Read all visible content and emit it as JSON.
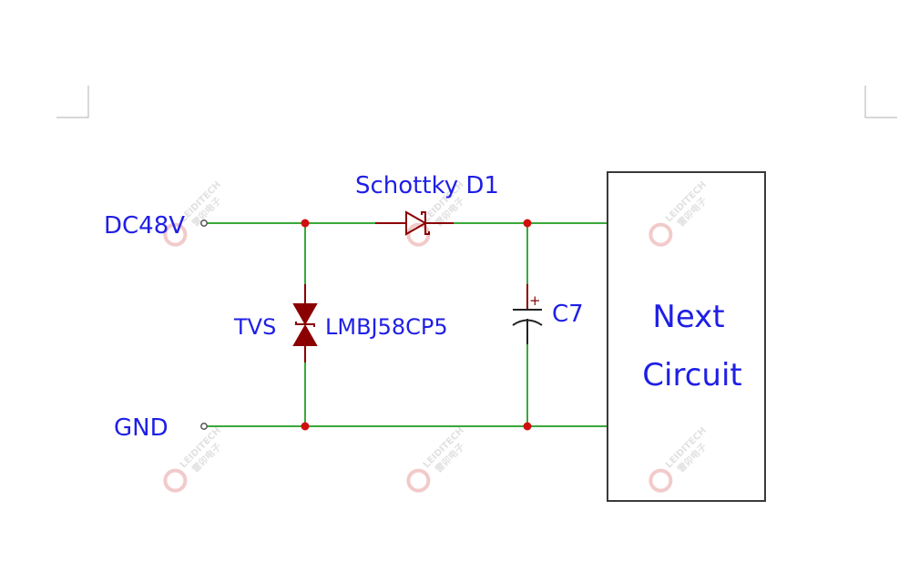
{
  "diagram": {
    "nets": {
      "input": "DC48V",
      "ground": "GND"
    },
    "components": {
      "tvs": {
        "designator": "TVS",
        "part": "LMBJ58CP5"
      },
      "diode": {
        "label": "Schottky D1"
      },
      "capacitor": {
        "designator": "C7",
        "polarity": "+"
      },
      "load_block": {
        "line1": "Next",
        "line2": "Circuit"
      }
    },
    "watermark": {
      "brand": "LEIDITECH",
      "cn": "雷卯电子"
    },
    "colors": {
      "wire": "#3aa83a",
      "junction": "#d01010",
      "component": "#8b0000",
      "label": "#1f1fe6",
      "block_border": "#3a3a3a",
      "crop_marks": "#bfbfbf"
    }
  }
}
